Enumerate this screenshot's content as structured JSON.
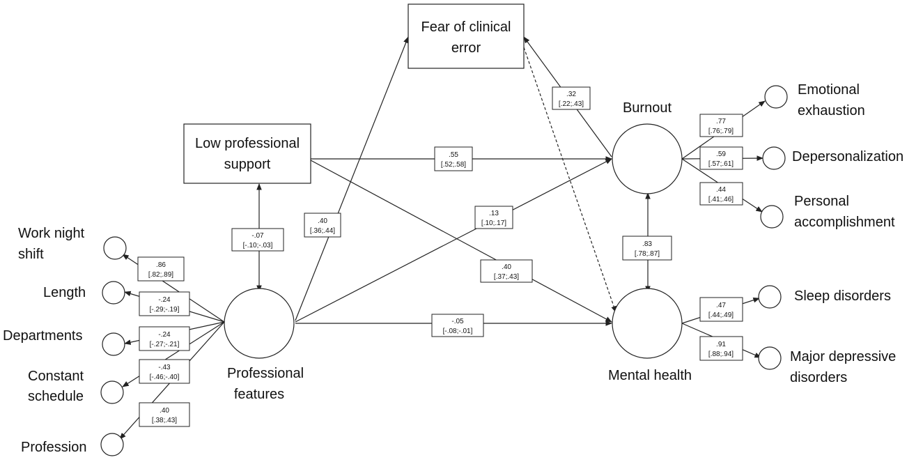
{
  "nodes": {
    "fear": {
      "line1": "Fear of clinical",
      "line2": "error"
    },
    "low_support": {
      "line1": "Low professional",
      "line2": "support"
    },
    "professional_features": {
      "line1": "Professional",
      "line2": "features"
    },
    "burnout": {
      "label": "Burnout"
    },
    "mental_health": {
      "label": "Mental health"
    },
    "work_night_shift": {
      "line1": "Work night",
      "line2": "shift"
    },
    "length": {
      "label": "Length"
    },
    "departments": {
      "label": "Departments"
    },
    "constant_schedule": {
      "line1": "Constant",
      "line2": "schedule"
    },
    "profession": {
      "label": "Profession"
    },
    "emotional_exhaustion": {
      "line1": "Emotional",
      "line2": "exhaustion"
    },
    "depersonalization": {
      "label": "Depersonalization"
    },
    "personal_accomplishment": {
      "line1": "Personal",
      "line2": "accomplishment"
    },
    "sleep_disorders": {
      "label": "Sleep disorders"
    },
    "major_depressive": {
      "line1": "Major depressive",
      "line2": "disorders"
    }
  },
  "coefficients": {
    "pf_fear": {
      "est": ".40",
      "ci": "[.36;.44]"
    },
    "low_burnout": {
      "est": ".55",
      "ci": "[.52;.58]"
    },
    "burnout_fear": {
      "est": ".32",
      "ci": "[.22;.43]"
    },
    "pf_low": {
      "est": "-.07",
      "ci": "[-.10;-.03]"
    },
    "pf_burnout": {
      "est": ".13",
      "ci": "[.10;.17]"
    },
    "low_mental": {
      "est": ".40",
      "ci": "[.37;.43]"
    },
    "pf_mental": {
      "est": "-.05",
      "ci": "[-.08;-.01]"
    },
    "burnout_mental": {
      "est": ".83",
      "ci": "[.78;.87]"
    },
    "emotional": {
      "est": ".77",
      "ci": "[.76;.79]"
    },
    "depers": {
      "est": ".59",
      "ci": "[.57;.61]"
    },
    "personal": {
      "est": ".44",
      "ci": "[.41;.46]"
    },
    "sleep": {
      "est": ".47",
      "ci": "[.44;.49]"
    },
    "major": {
      "est": ".91",
      "ci": "[.88;.94]"
    },
    "night": {
      "est": ".86",
      "ci": "[.82;.89]"
    },
    "length": {
      "est": "-.24",
      "ci": "[-.29;-.19]"
    },
    "departments": {
      "est": "-.24",
      "ci": "[-.27;-.21]"
    },
    "constant": {
      "est": "-.43",
      "ci": "[-.46;-.40]"
    },
    "profession": {
      "est": ".40",
      "ci": "[.38;.43]"
    }
  }
}
